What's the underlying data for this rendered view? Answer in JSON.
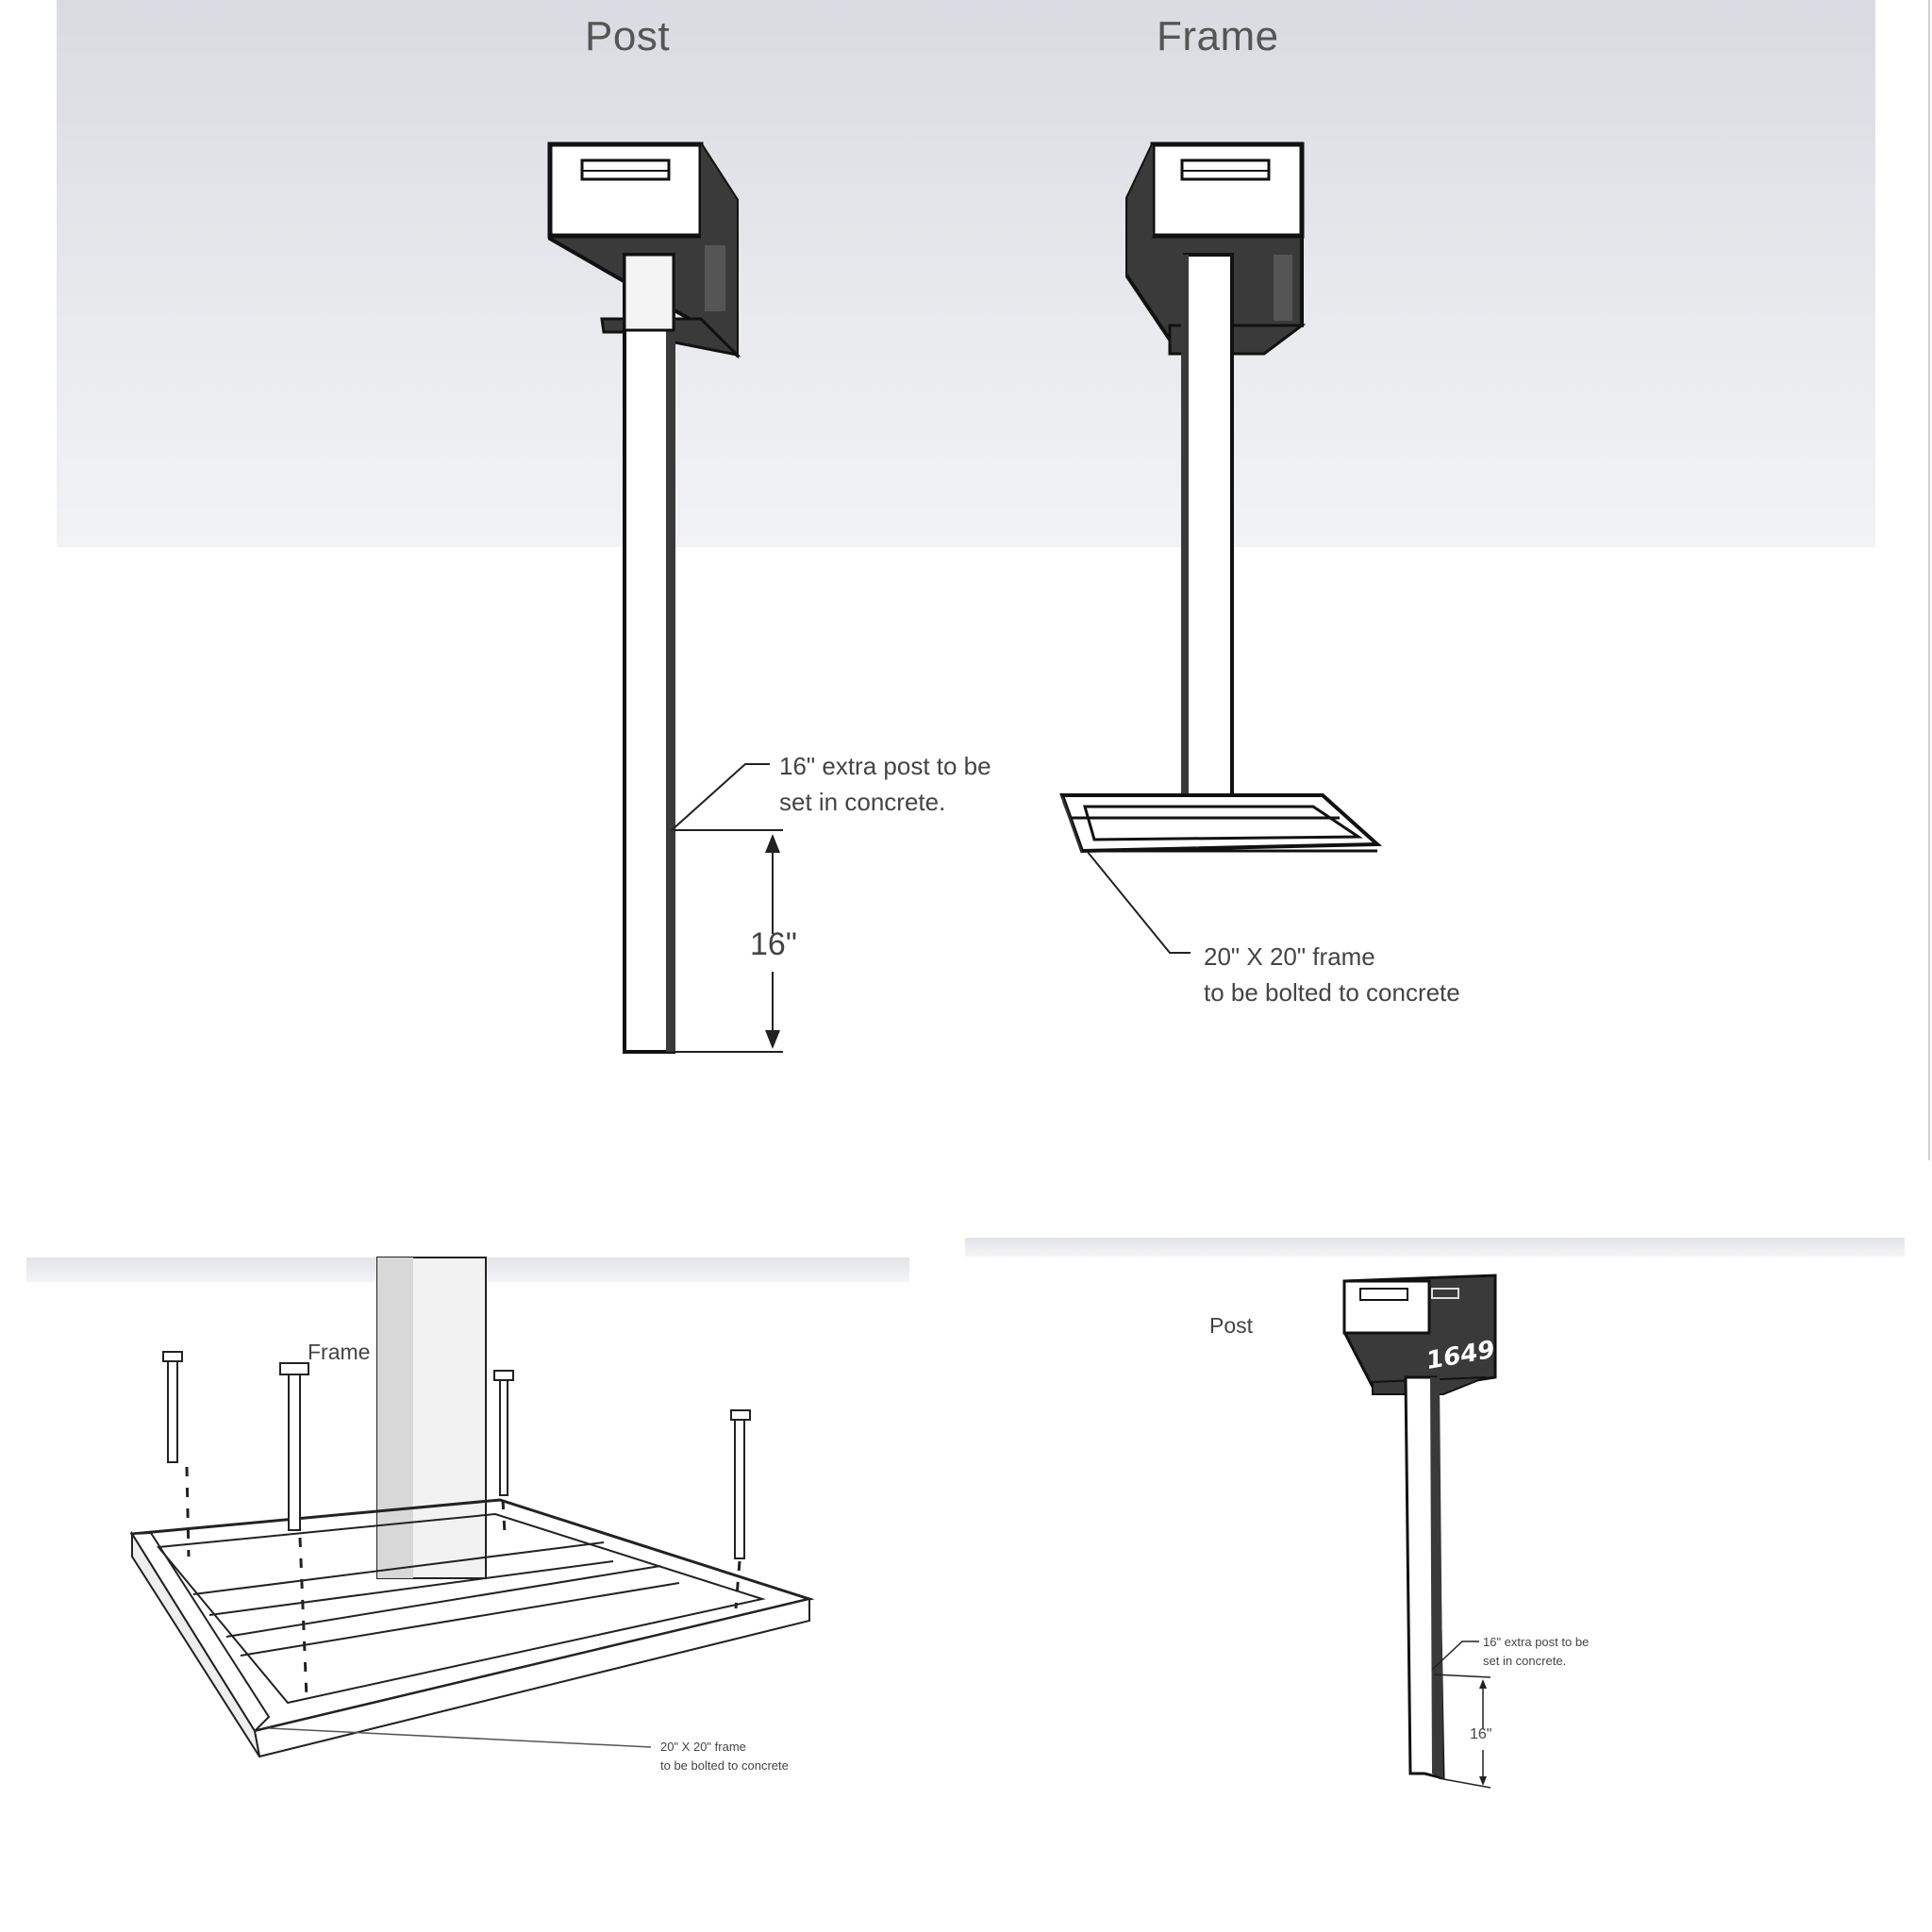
{
  "top_left": {
    "title": "Post",
    "note": "16\" extra post to be\nset in concrete.",
    "dimension": "16\""
  },
  "top_right": {
    "title": "Frame",
    "note": "20\" X 20\" frame\nto be bolted to concrete"
  },
  "bottom_left": {
    "label": "Frame",
    "note": "20\" X 20\" frame\nto be bolted to concrete"
  },
  "bottom_right": {
    "label": "Post",
    "note": "16\" extra post to be\nset in concrete.",
    "dimension": "16\"",
    "house_number": "1649"
  },
  "colors": {
    "box_dark": "#3a3a3a",
    "line": "#222222",
    "sky_top": "#d9dbe1"
  }
}
